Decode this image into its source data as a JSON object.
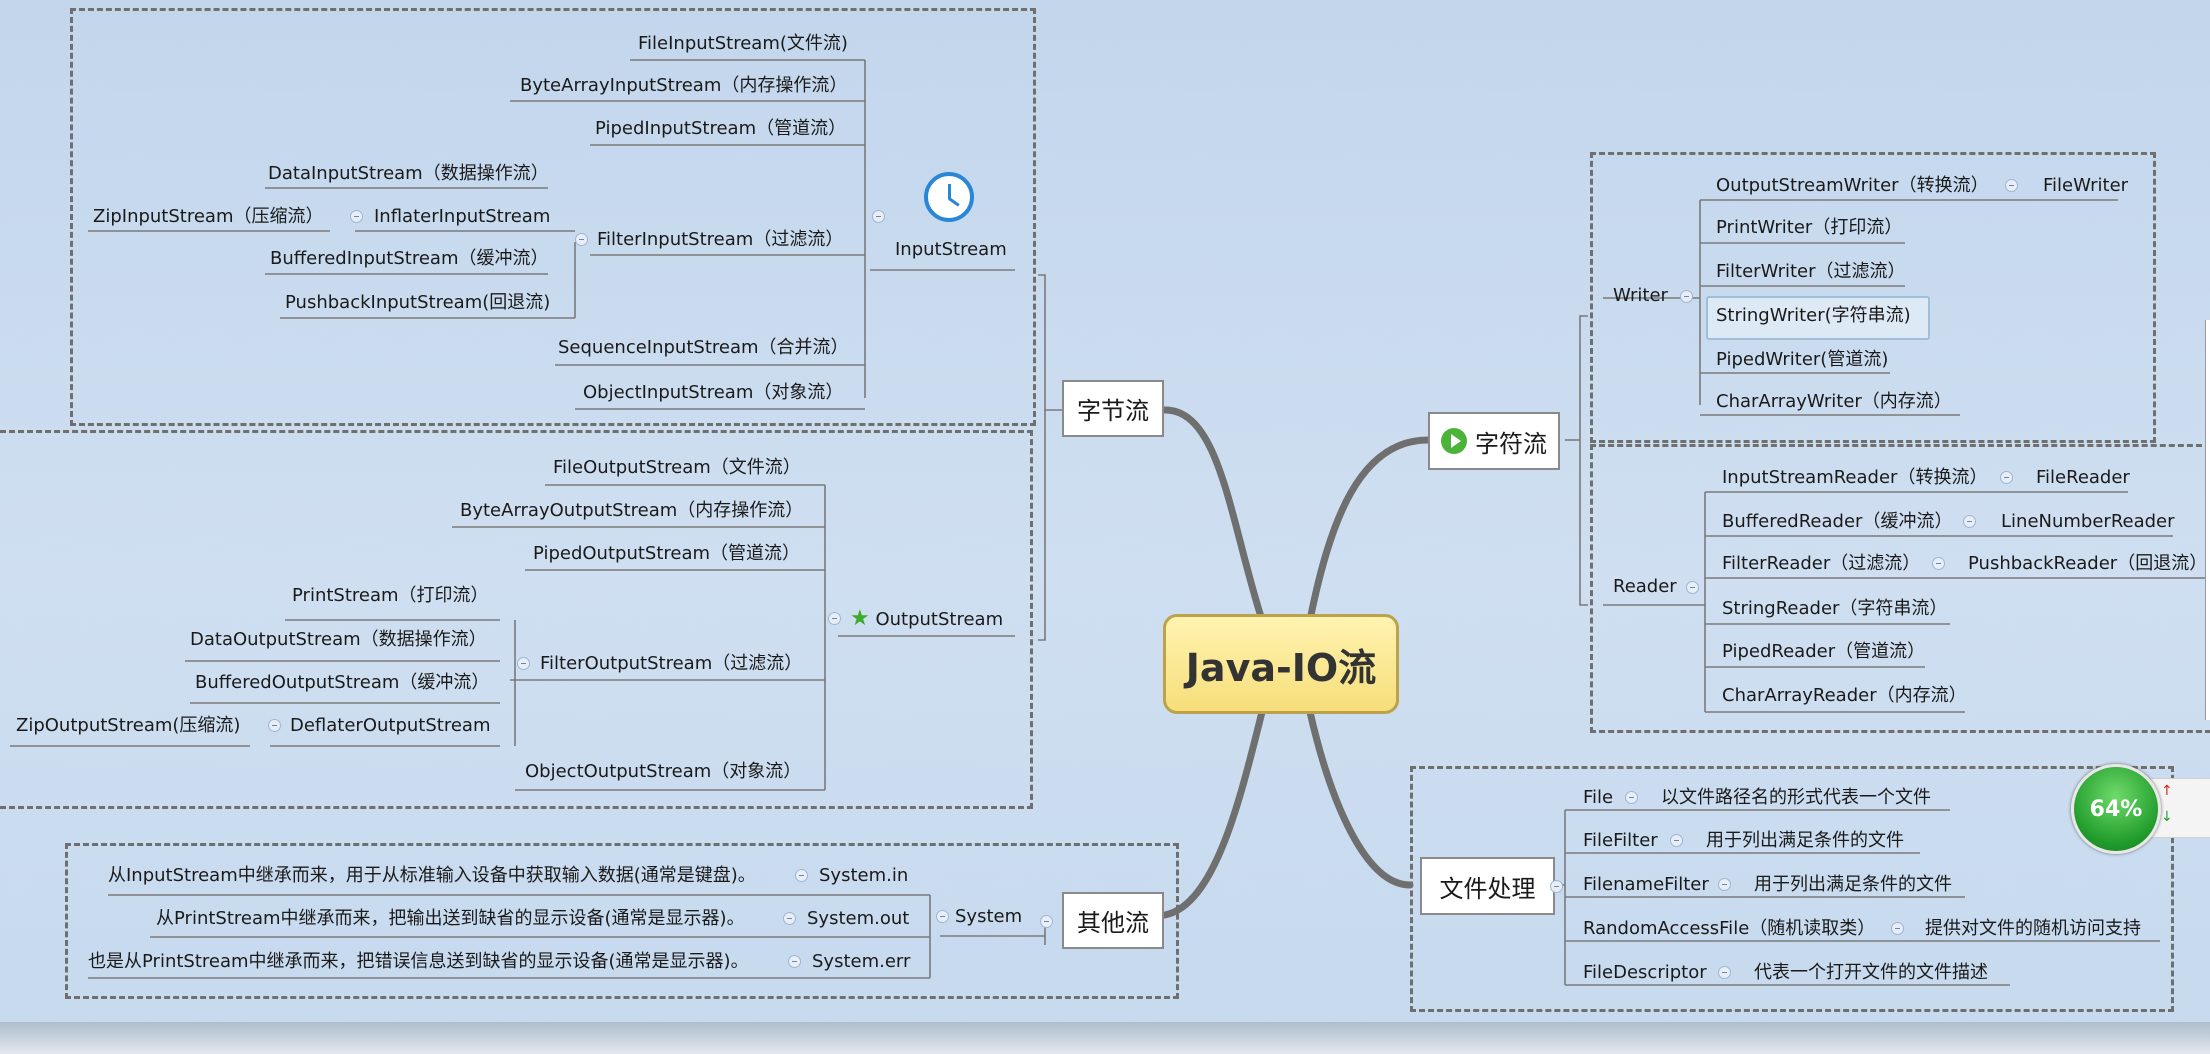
{
  "center": "Java-IO流",
  "byte_stream": {
    "label": "字节流",
    "input": {
      "root": "InputStream",
      "children": [
        "FileInputStream(文件流)",
        "ByteArrayInputStream（内存操作流）",
        "PipedInputStream（管道流）",
        "FilterInputStream（过滤流）",
        "SequenceInputStream（合并流）",
        "ObjectInputStream（对象流）"
      ],
      "filter_children": [
        "DataInputStream（数据操作流）",
        "InflaterInputStream",
        "BufferedInputStream（缓冲流）",
        "PushbackInputStream(回退流)"
      ],
      "inflater_child": "ZipInputStream（压缩流）"
    },
    "output": {
      "root": "OutputStream",
      "children": [
        "FileOutputStream（文件流）",
        "ByteArrayOutputStream（内存操作流）",
        "PipedOutputStream（管道流）",
        "FilterOutputStream（过滤流）",
        "ObjectOutputStream（对象流）"
      ],
      "filter_children": [
        "PrintStream（打印流）",
        "DataOutputStream（数据操作流）",
        "BufferedOutputStream（缓冲流）",
        "DeflaterOutputStream"
      ],
      "deflater_child": "ZipOutputStream(压缩流)"
    }
  },
  "other_stream": {
    "label": "其他流",
    "system": "System",
    "items": [
      {
        "name": "System.in",
        "desc": "从InputStream中继承而来，用于从标准输入设备中获取输入数据(通常是键盘)。"
      },
      {
        "name": "System.out",
        "desc": "从PrintStream中继承而来，把输出送到缺省的显示设备(通常是显示器)。"
      },
      {
        "name": "System.err",
        "desc": "也是从PrintStream中继承而来，把错误信息送到缺省的显示设备(通常是显示器)。"
      }
    ]
  },
  "char_stream": {
    "label": "字符流",
    "writer": {
      "root": "Writer",
      "children": [
        "OutputStreamWriter（转换流）",
        "PrintWriter（打印流）",
        "FilterWriter（过滤流）",
        "StringWriter(字符串流)",
        "PipedWriter(管道流)",
        "CharArrayWriter（内存流）"
      ],
      "osw_child": "FileWriter"
    },
    "reader": {
      "root": "Reader",
      "children": [
        "InputStreamReader（转换流）",
        "BufferedReader（缓冲流）",
        "FilterReader（过滤流）",
        "StringReader（字符串流）",
        "PipedReader（管道流）",
        "CharArrayReader（内存流）"
      ],
      "isr_child": "FileReader",
      "br_child": "LineNumberReader",
      "fr_child": "PushbackReader（回退流）"
    }
  },
  "file": {
    "label": "文件处理",
    "items": [
      {
        "name": "File",
        "desc": "以文件路径名的形式代表一个文件"
      },
      {
        "name": "FileFilter",
        "desc": "用于列出满足条件的文件"
      },
      {
        "name": "FilenameFilter",
        "desc": "用于列出满足条件的文件"
      },
      {
        "name": "RandomAccessFile（随机读取类）",
        "desc": "提供对文件的随机访问支持"
      },
      {
        "name": "FileDescriptor",
        "desc": "代表一个打开文件的文件描述"
      }
    ]
  },
  "widget": {
    "percent": "64%"
  },
  "colors": {
    "center_fill": "#f6de7a",
    "branch": "#6f6f6f",
    "line": "#7a7a7a",
    "gauge": "#1f9a2a"
  }
}
